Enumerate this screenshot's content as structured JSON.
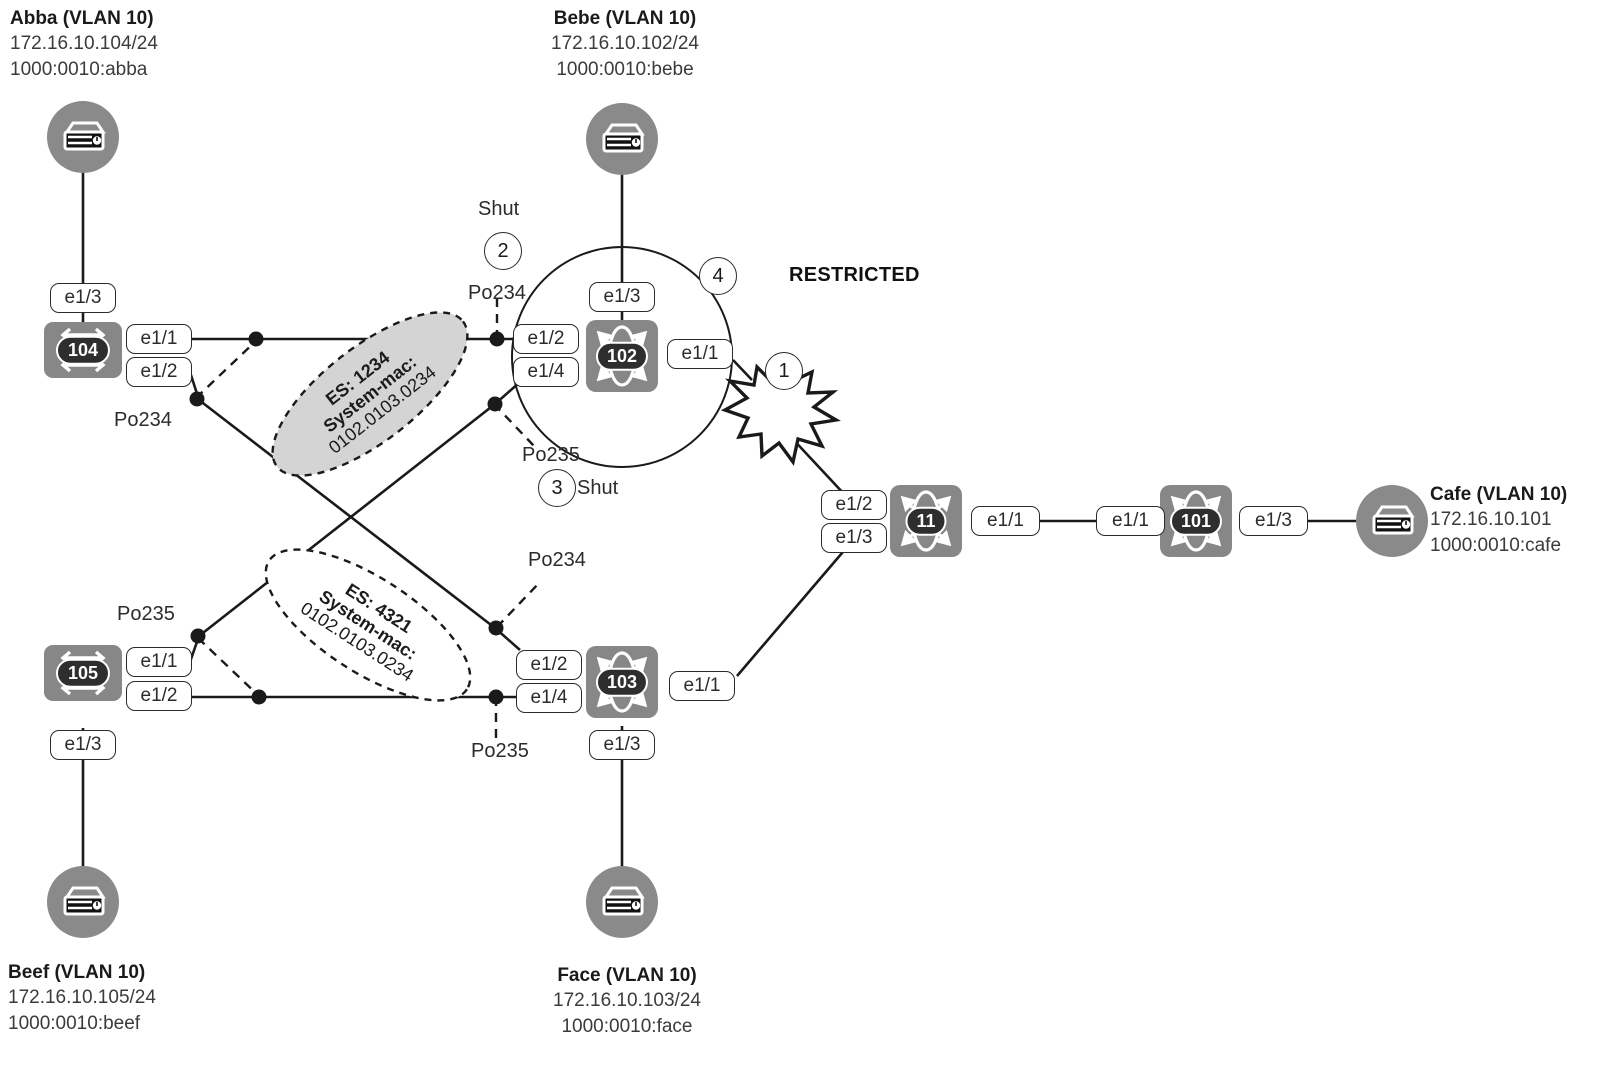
{
  "diagram": {
    "title_note": "RESTRICTED",
    "hosts": [
      {
        "key": "abba",
        "name": "Abba (VLAN 10)",
        "ip": "172.16.10.104/24",
        "mac": "1000:0010:abba"
      },
      {
        "key": "bebe",
        "name": "Bebe (VLAN 10)",
        "ip": "172.16.10.102/24",
        "mac": "1000:0010:bebe"
      },
      {
        "key": "cafe",
        "name": "Cafe (VLAN 10)",
        "ip": "172.16.10.101",
        "mac": "1000:0010:cafe"
      },
      {
        "key": "beef",
        "name": "Beef (VLAN 10)",
        "ip": "172.16.10.105/24",
        "mac": "1000:0010:beef"
      },
      {
        "key": "face",
        "name": "Face (VLAN 10)",
        "ip": "172.16.10.103/24",
        "mac": "1000:0010:face"
      }
    ],
    "devices": [
      {
        "key": "sw104",
        "label": "104",
        "type": "switch"
      },
      {
        "key": "sw105",
        "label": "105",
        "type": "switch"
      },
      {
        "key": "rt102",
        "label": "102",
        "type": "router"
      },
      {
        "key": "rt103",
        "label": "103",
        "type": "router"
      },
      {
        "key": "rt11",
        "label": "11",
        "type": "router"
      },
      {
        "key": "rt101",
        "label": "101",
        "type": "router"
      }
    ],
    "ports": {
      "abba_down": "e1/3",
      "sw104_e11": "e1/1",
      "sw104_e12": "e1/2",
      "beef_up": "e1/3",
      "sw105_e11": "e1/1",
      "sw105_e12": "e1/2",
      "rt102_e13": "e1/3",
      "rt102_e12": "e1/2",
      "rt102_e14": "e1/4",
      "rt102_e11": "e1/1",
      "rt103_e12": "e1/2",
      "rt103_e14": "e1/4",
      "rt103_e11": "e1/1",
      "rt103_e13": "e1/3",
      "rt11_e12": "e1/2",
      "rt11_e13": "e1/3",
      "rt11_e11": "e1/1",
      "rt101_e11": "e1/1",
      "rt101_e13": "e1/3"
    },
    "portchannels": {
      "sw104_po": "Po234",
      "sw105_po": "Po235",
      "rt102_po234": "Po234",
      "rt102_po235": "Po235",
      "rt103_po234": "Po234",
      "rt103_po235": "Po235"
    },
    "ethernet_segments": [
      {
        "key": "es1234",
        "l1": "ES: 1234",
        "l2": "System-mac:",
        "l3": "0102.0103.0234",
        "fill": "#d4d4d4"
      },
      {
        "key": "es4321",
        "l1": "ES: 4321",
        "l2": "System-mac:",
        "l3": "0102.0103.0234",
        "fill": "#ffffff"
      }
    ],
    "annotations": [
      {
        "key": "shut_top",
        "text": "Shut"
      },
      {
        "key": "shut_bottom",
        "text": "Shut"
      }
    ],
    "callouts": [
      {
        "key": "c1",
        "num": "1"
      },
      {
        "key": "c2",
        "num": "2"
      },
      {
        "key": "c3",
        "num": "3"
      },
      {
        "key": "c4",
        "num": "4"
      }
    ],
    "colors": {
      "device_gray": "#878787",
      "pill_dark": "#2e2e2e",
      "host_gray": "#8a8a8a",
      "es_fill": "#d4d4d4",
      "line": "#1a1a1a"
    }
  }
}
